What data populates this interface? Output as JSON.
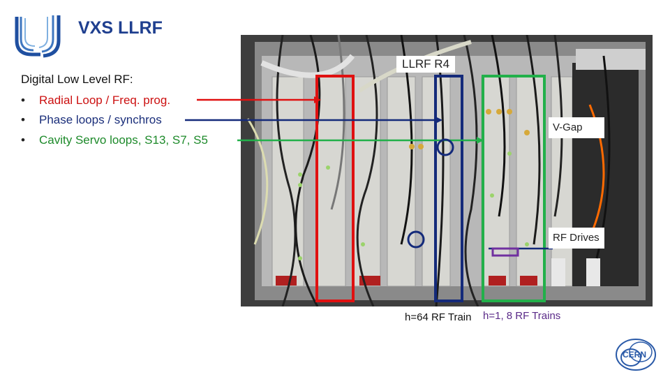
{
  "slide": {
    "title": "VXS LLRF",
    "subtitle": "Digital Low Level RF:",
    "bullets": [
      {
        "text": "Radial Loop / Freq. prog.",
        "color": "#cc1111"
      },
      {
        "text": "Phase loops / synchros",
        "color": "#1a2e7a"
      },
      {
        "text": "Cavity Servo loops, S13, S7, S5",
        "color": "#1d8a2a"
      }
    ],
    "bullet_glyph": "•"
  },
  "photo": {
    "crate_label": "LLRF R4",
    "vgap_label": "V-Gap",
    "rf_drives_label": "RF Drives",
    "caption_h64": "h=64 RF Train",
    "caption_h1": "h=1, 8 RF Trains",
    "colors": {
      "red": "#e01010",
      "blue": "#142a7a",
      "green": "#22b04a",
      "purple": "#7030a0"
    }
  },
  "icons": {
    "left_logo": "university-logo-icon",
    "right_logo": "cern-logo-icon"
  }
}
